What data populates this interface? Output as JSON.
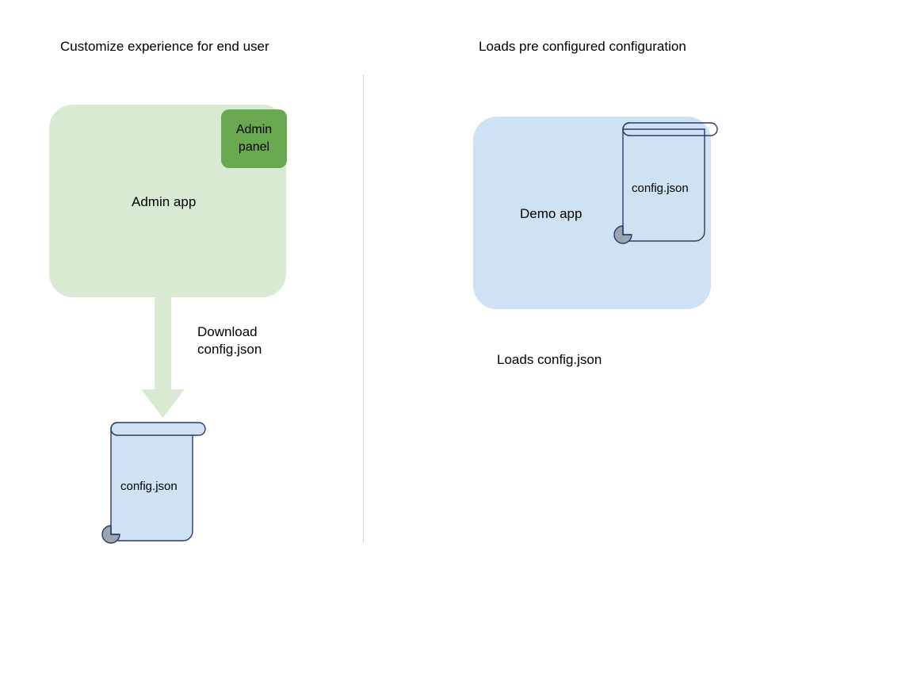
{
  "diagram": {
    "columns": {
      "left_caption": "Customize experience for end user",
      "right_caption": "Loads pre configured configuration"
    },
    "admin": {
      "app_label": "Admin app",
      "panel_label": "Admin panel",
      "app_fill": "#d9ead3",
      "panel_fill": "#6aa84f",
      "arrow_label_line1": "Download",
      "arrow_label_line2": "config.json",
      "arrow_fill": "#d9ead3",
      "file_label": "config.json"
    },
    "demo": {
      "app_label": "Demo app",
      "app_fill": "#cfe2f3",
      "file_label": "config.json",
      "bottom_caption": "Loads config.json"
    },
    "scroll": {
      "body_fill": "#cfe2f3",
      "stroke": "#2b3a67",
      "curl_fill": "#9aa5b1"
    },
    "divider_color": "#b8b8c0"
  }
}
